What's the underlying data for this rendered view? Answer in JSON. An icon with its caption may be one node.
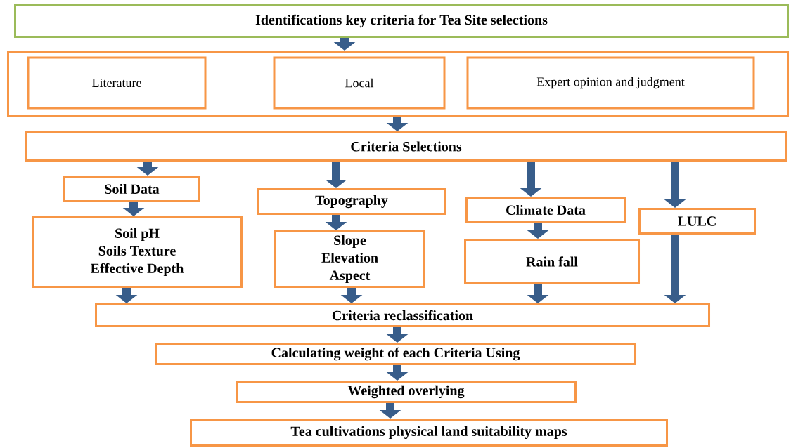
{
  "diagram": {
    "nodes": [
      {
        "text": [
          "Identifications key criteria for Tea Site selections"
        ]
      },
      {
        "text": [],
        "shape": "box"
      },
      {
        "text": [
          "Literature"
        ],
        "in": 1
      },
      {
        "text": [
          "Local"
        ],
        "in": 1
      },
      {
        "text": [
          "Expert opinion and judgment"
        ],
        "in": 1
      },
      {
        "text": [
          "Criteria Selections"
        ]
      },
      {
        "text": [
          "Soil Data"
        ]
      },
      {
        "text": [
          "Soil pH",
          "Soils Texture",
          "Effective Depth"
        ]
      },
      {
        "text": [
          "Topography"
        ]
      },
      {
        "text": [
          "Slope",
          "Elevation",
          "Aspect"
        ]
      },
      {
        "text": [
          "Climate Data"
        ]
      },
      {
        "text": [
          "Rain fall"
        ]
      },
      {
        "text": [
          "LULC"
        ]
      },
      {
        "text": [
          "Criteria reclassification"
        ]
      },
      {
        "text": [
          "Calculating weight of each Criteria Using"
        ]
      },
      {
        "text": [
          "Weighted overlying"
        ]
      },
      {
        "text": [
          "Tea cultivations physical land suitability maps"
        ]
      }
    ],
    "edges": [
      {
        "from": 0,
        "to": 1,
        "arrow": "to"
      },
      {
        "from": 1,
        "to": 5,
        "arrow": "to"
      },
      {
        "from": 5,
        "to": 6,
        "arrow": "to"
      },
      {
        "from": 5,
        "to": 8,
        "arrow": "to"
      },
      {
        "from": 5,
        "to": 10,
        "arrow": "to"
      },
      {
        "from": 5,
        "to": 12,
        "arrow": "to"
      },
      {
        "from": 6,
        "to": 7,
        "arrow": "to"
      },
      {
        "from": 8,
        "to": 9,
        "arrow": "to"
      },
      {
        "from": 10,
        "to": 11,
        "arrow": "to"
      },
      {
        "from": 7,
        "to": 13,
        "arrow": "to"
      },
      {
        "from": 9,
        "to": 13,
        "arrow": "to"
      },
      {
        "from": 11,
        "to": 13,
        "arrow": "to"
      },
      {
        "from": 12,
        "to": 13,
        "arrow": "to"
      },
      {
        "from": 13,
        "to": 14,
        "arrow": "to"
      },
      {
        "from": 14,
        "to": 15,
        "arrow": "to"
      },
      {
        "from": 15,
        "to": 16,
        "arrow": "to"
      }
    ]
  }
}
